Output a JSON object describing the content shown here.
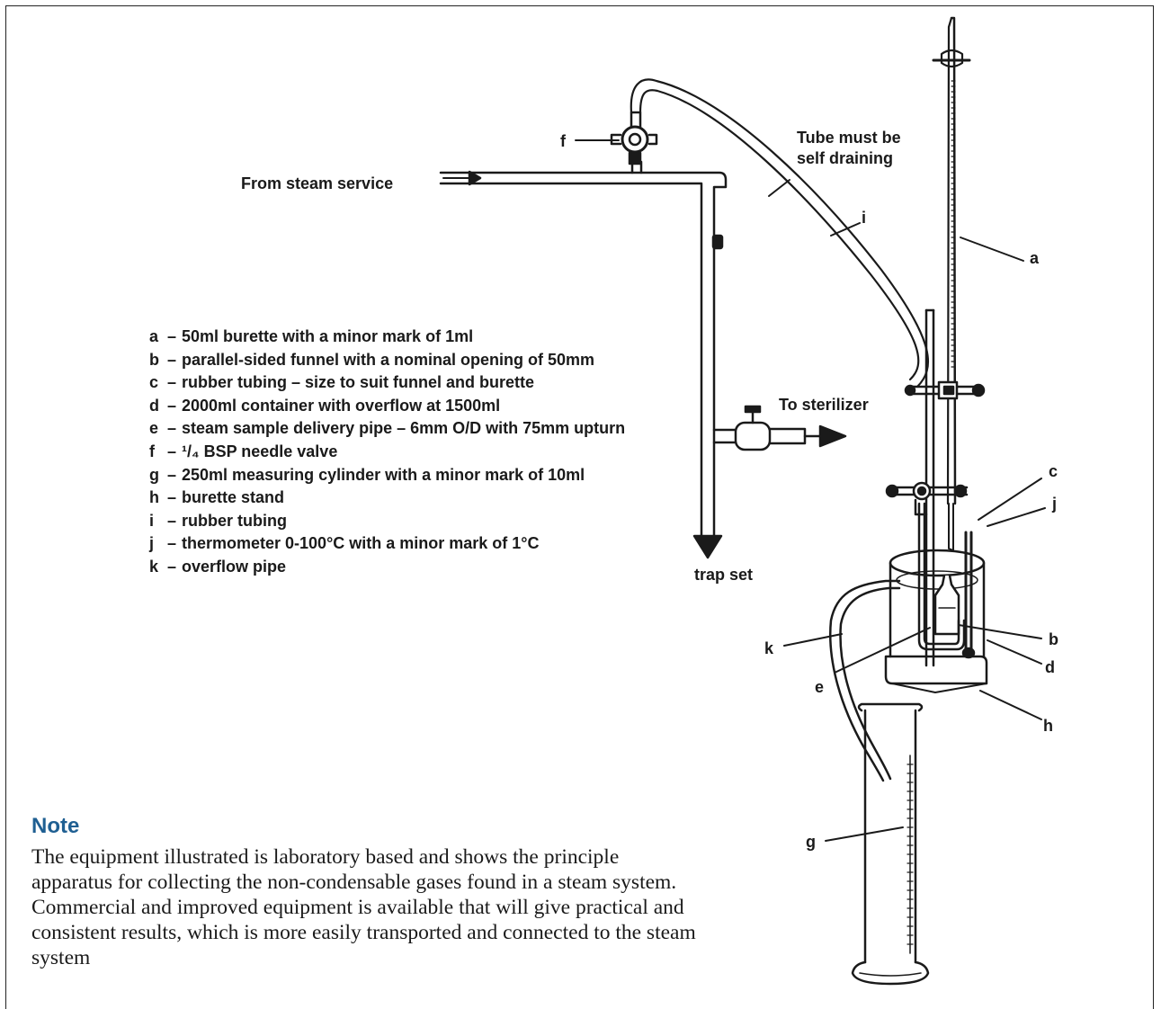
{
  "labels": {
    "from_steam": "From steam service",
    "tube_note_line1": "Tube must be",
    "tube_note_line2": "self draining",
    "to_sterilizer": "To sterilizer",
    "trap_set": "trap set",
    "a": "a",
    "b": "b",
    "c": "c",
    "d": "d",
    "e": "e",
    "f": "f",
    "g": "g",
    "h": "h",
    "i": "i",
    "j": "j",
    "k": "k"
  },
  "legend": [
    {
      "key": "a",
      "text": "50ml burette with a minor mark of 1ml"
    },
    {
      "key": "b",
      "text": "parallel-sided funnel with a nominal opening of 50mm"
    },
    {
      "key": "c",
      "text": "rubber tubing – size to suit funnel and burette"
    },
    {
      "key": "d",
      "text": "2000ml container with overflow at 1500ml"
    },
    {
      "key": "e",
      "text": "steam sample delivery pipe – 6mm O/D with 75mm upturn"
    },
    {
      "key": "f",
      "text": "¹/₄ BSP needle valve"
    },
    {
      "key": "g",
      "text": "250ml measuring cylinder with a minor mark of 10ml"
    },
    {
      "key": "h",
      "text": "burette stand"
    },
    {
      "key": "i",
      "text": "rubber tubing"
    },
    {
      "key": "j",
      "text": "thermometer 0-100°C with a minor mark of 1°C"
    },
    {
      "key": "k",
      "text": "overflow pipe"
    }
  ],
  "note": {
    "heading": "Note",
    "body": "The equipment illustrated is laboratory based and shows the principle apparatus for collecting the non-condensable gases found in a steam system. Commercial and improved equipment is available that will give practical and consistent results, which is more easily transported and connected to the steam system"
  },
  "colors": {
    "note_heading": "#1f5f92",
    "line": "#1a1a1a"
  }
}
